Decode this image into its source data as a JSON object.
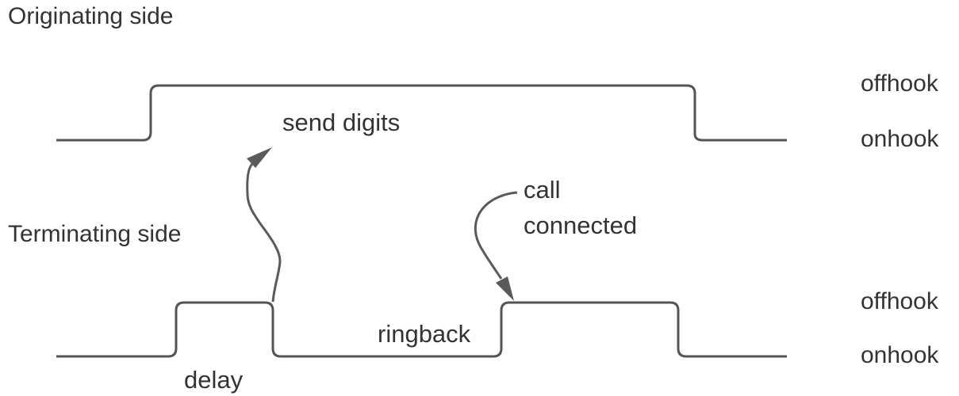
{
  "diagram": {
    "originating": {
      "title": "Originating side",
      "level_high": "offhook",
      "level_low": "onhook",
      "annotation": "send digits"
    },
    "terminating": {
      "title": "Terminating side",
      "level_high": "offhook",
      "level_low": "onhook",
      "annotations": {
        "delay": "delay",
        "ringback": "ringback",
        "call_connected_line1": "call",
        "call_connected_line2": "connected"
      }
    },
    "colors": {
      "line": "#555555",
      "text": "#333333",
      "background": "#ffffff"
    }
  }
}
